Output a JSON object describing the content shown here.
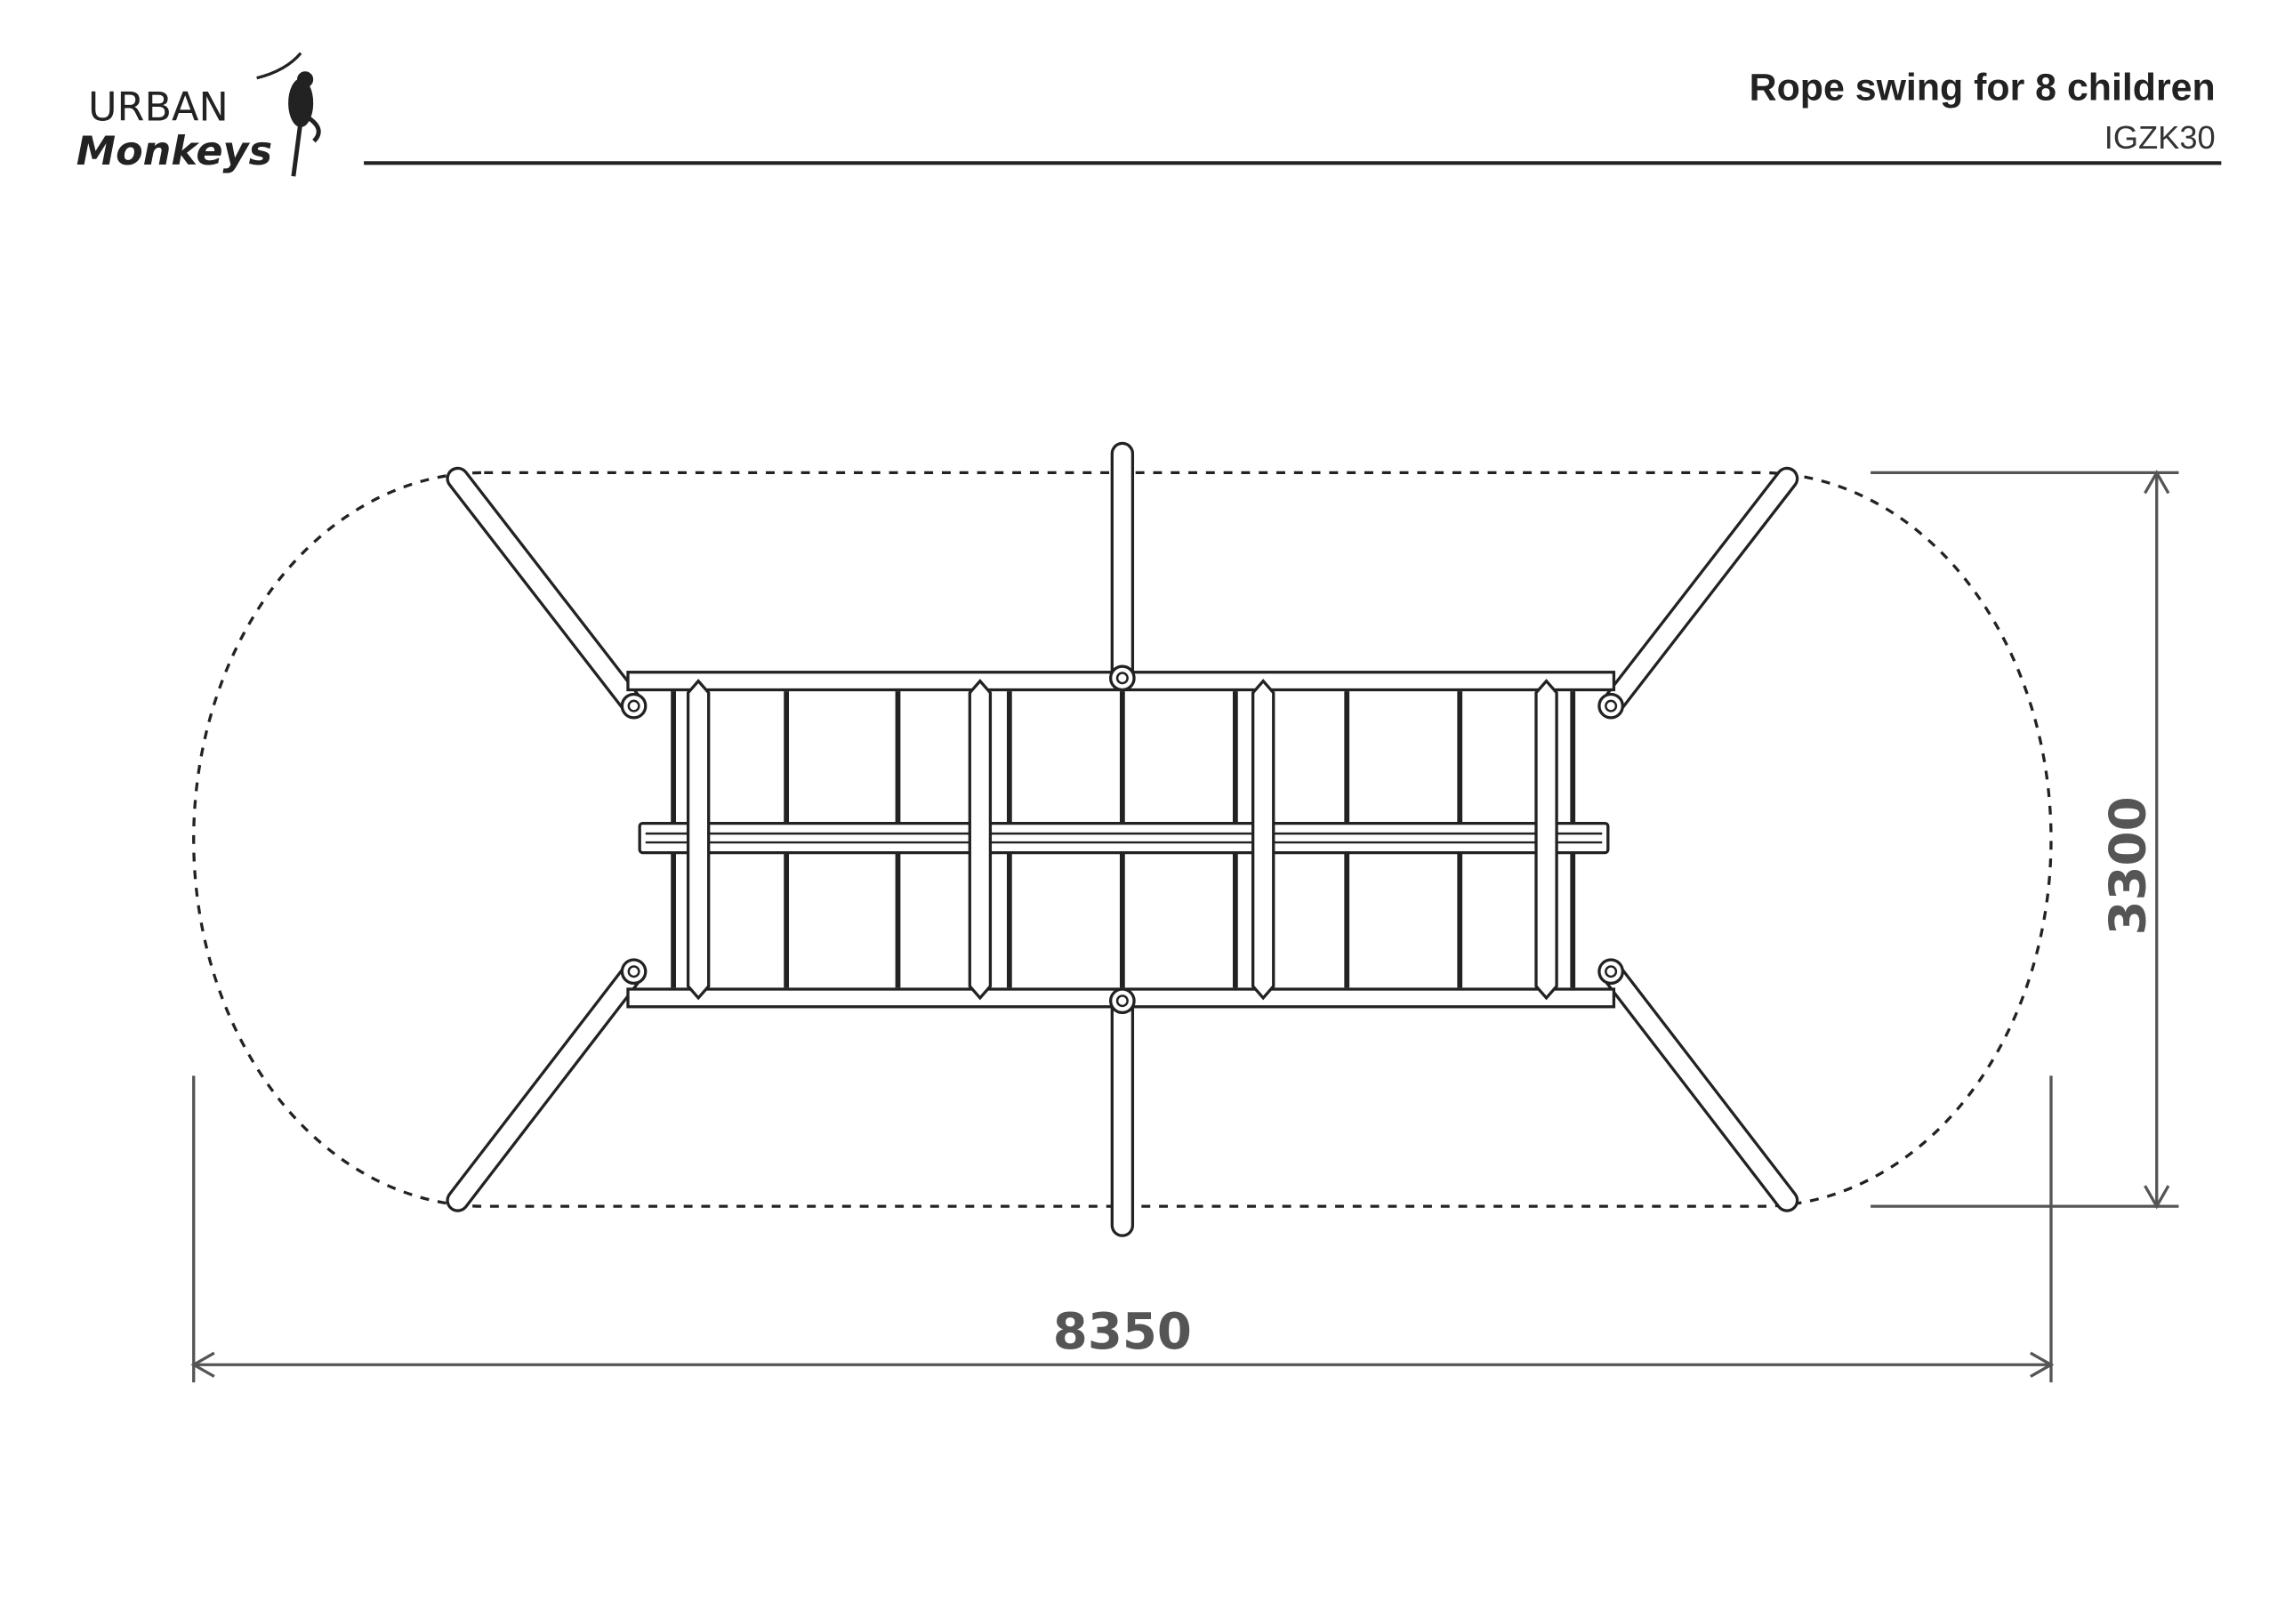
{
  "logo": {
    "line1": "URBAN",
    "line2": "Monkeys"
  },
  "header": {
    "title": "Rope swing for 8 children",
    "code": "IGZK30"
  },
  "dimensions": {
    "width": "8350",
    "height": "3300"
  },
  "colors": {
    "line": "#222222",
    "dimension": "#555555"
  }
}
